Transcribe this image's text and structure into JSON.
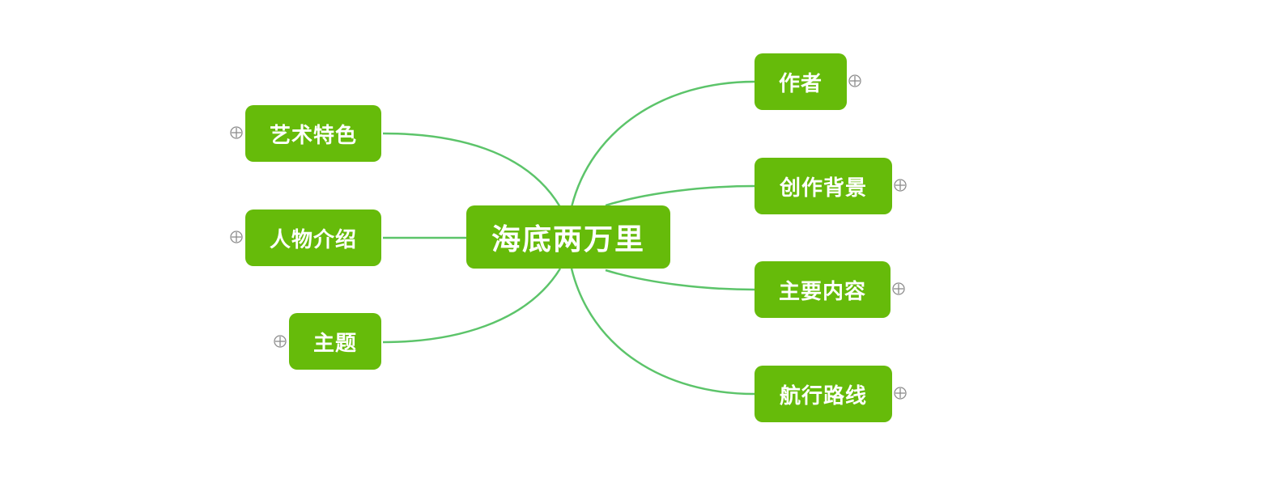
{
  "mindmap": {
    "root": {
      "label": "海底两万里"
    },
    "left_branches": [
      {
        "label": "艺术特色"
      },
      {
        "label": "人物介绍"
      },
      {
        "label": "主题"
      }
    ],
    "right_branches": [
      {
        "label": "作者"
      },
      {
        "label": "创作背景"
      },
      {
        "label": "主要内容"
      },
      {
        "label": "航行路线"
      }
    ]
  },
  "colors": {
    "node_fill": "#66bb0a",
    "node_text": "#ffffff",
    "link": "#5cc46a",
    "expander": "#8c8c8c"
  },
  "icons": {
    "expander": "plus-circle-icon"
  }
}
